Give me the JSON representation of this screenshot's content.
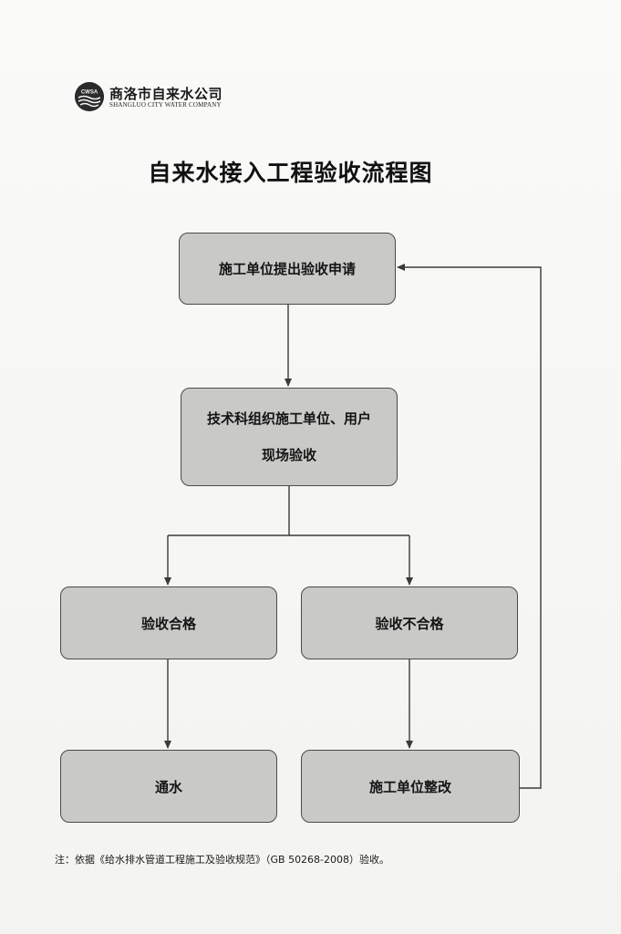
{
  "header": {
    "company_name": "商洛市自来水公司",
    "company_name_en": "SHANGLUO CITY WATER COMPANY",
    "logo_mark_text": "CWSA"
  },
  "title": "自来水接入工程验收流程图",
  "flow": {
    "apply": "施工单位提出验收申请",
    "inspect_line1": "技术科组织施工单位、用户",
    "inspect_line2": "现场验收",
    "pass": "验收合格",
    "fail": "验收不合格",
    "water_on": "通水",
    "rectify": "施工单位整改"
  },
  "note": "注：依据《给水排水管道工程施工及验收规范》（GB 50268-2008）验收。",
  "colors": {
    "box_fill": "#c9c9c7",
    "box_border": "#4a4a4a",
    "line": "#3a3a3a",
    "background": "#f7f7f5"
  }
}
